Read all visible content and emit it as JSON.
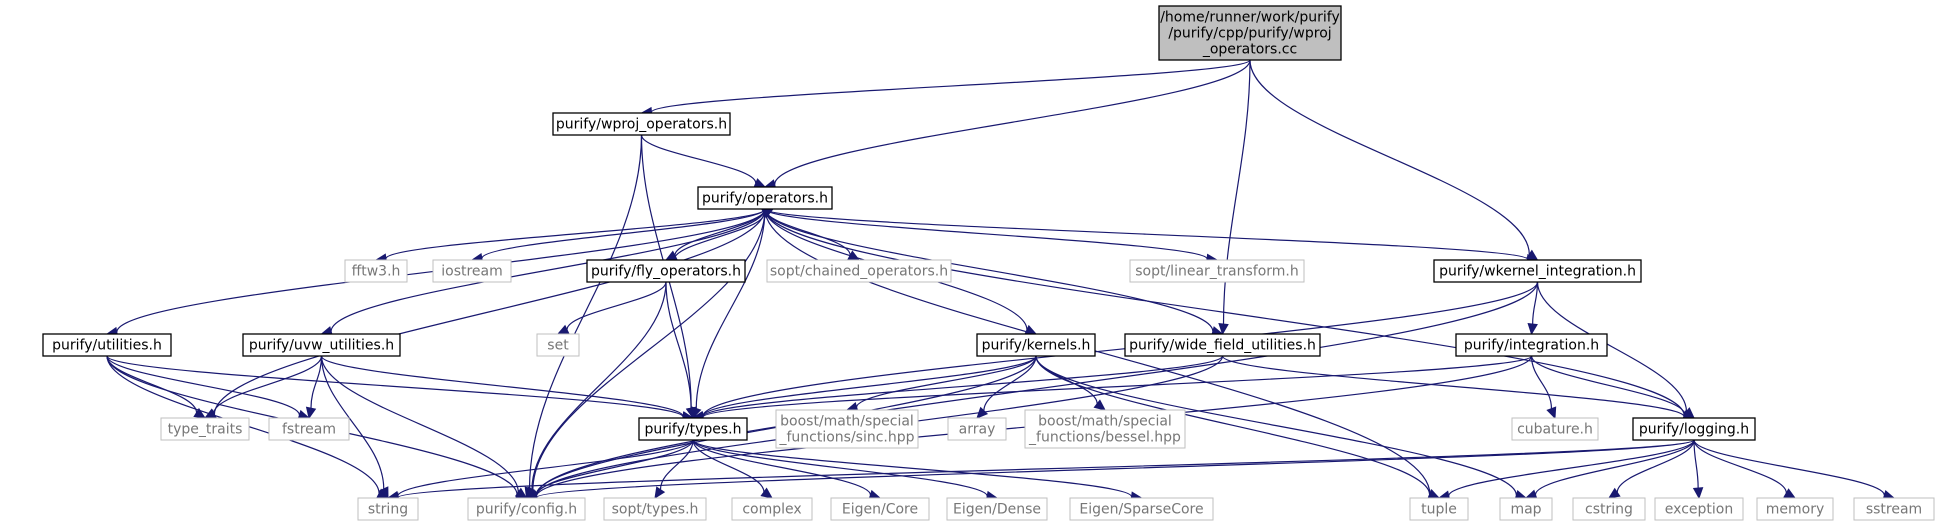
{
  "graph": {
    "root": "/home/runner/work/purify/purify/cpp/purify/wproj_operators.cc",
    "nodes": [
      {
        "id": "root",
        "lines": [
          "/home/runner/work/purify",
          "/purify/cpp/purify/wproj",
          "_operators.cc"
        ],
        "kind": "root"
      },
      {
        "id": "wproj_ops_h",
        "lines": [
          "purify/wproj_operators.h"
        ],
        "kind": "internal"
      },
      {
        "id": "operators_h",
        "lines": [
          "purify/operators.h"
        ],
        "kind": "internal"
      },
      {
        "id": "fftw3",
        "lines": [
          "fftw3.h"
        ],
        "kind": "external"
      },
      {
        "id": "iostream",
        "lines": [
          "iostream"
        ],
        "kind": "external"
      },
      {
        "id": "fly_ops",
        "lines": [
          "purify/fly_operators.h"
        ],
        "kind": "internal"
      },
      {
        "id": "sopt_chained",
        "lines": [
          "sopt/chained_operators.h"
        ],
        "kind": "external"
      },
      {
        "id": "sopt_linear",
        "lines": [
          "sopt/linear_transform.h"
        ],
        "kind": "external"
      },
      {
        "id": "wkernel",
        "lines": [
          "purify/wkernel_integration.h"
        ],
        "kind": "internal"
      },
      {
        "id": "set",
        "lines": [
          "set"
        ],
        "kind": "external"
      },
      {
        "id": "utilities",
        "lines": [
          "purify/utilities.h"
        ],
        "kind": "internal"
      },
      {
        "id": "uvw",
        "lines": [
          "purify/uvw_utilities.h"
        ],
        "kind": "internal"
      },
      {
        "id": "kernels",
        "lines": [
          "purify/kernels.h"
        ],
        "kind": "internal"
      },
      {
        "id": "widefield",
        "lines": [
          "purify/wide_field_utilities.h"
        ],
        "kind": "internal"
      },
      {
        "id": "integration",
        "lines": [
          "purify/integration.h"
        ],
        "kind": "internal"
      },
      {
        "id": "type_traits",
        "lines": [
          "type_traits"
        ],
        "kind": "external"
      },
      {
        "id": "fstream",
        "lines": [
          "fstream"
        ],
        "kind": "external"
      },
      {
        "id": "types_h",
        "lines": [
          "purify/types.h"
        ],
        "kind": "internal"
      },
      {
        "id": "sinc",
        "lines": [
          "boost/math/special",
          "_functions/sinc.hpp"
        ],
        "kind": "external"
      },
      {
        "id": "array",
        "lines": [
          "array"
        ],
        "kind": "external"
      },
      {
        "id": "bessel",
        "lines": [
          "boost/math/special",
          "_functions/bessel.hpp"
        ],
        "kind": "external"
      },
      {
        "id": "cubature",
        "lines": [
          "cubature.h"
        ],
        "kind": "external"
      },
      {
        "id": "logging",
        "lines": [
          "purify/logging.h"
        ],
        "kind": "internal"
      },
      {
        "id": "string",
        "lines": [
          "string"
        ],
        "kind": "external"
      },
      {
        "id": "config",
        "lines": [
          "purify/config.h"
        ],
        "kind": "external"
      },
      {
        "id": "sopt_types",
        "lines": [
          "sopt/types.h"
        ],
        "kind": "external"
      },
      {
        "id": "complex",
        "lines": [
          "complex"
        ],
        "kind": "external"
      },
      {
        "id": "eigen_core",
        "lines": [
          "Eigen/Core"
        ],
        "kind": "external"
      },
      {
        "id": "eigen_dense",
        "lines": [
          "Eigen/Dense"
        ],
        "kind": "external"
      },
      {
        "id": "eigen_sparse",
        "lines": [
          "Eigen/SparseCore"
        ],
        "kind": "external"
      },
      {
        "id": "tuple",
        "lines": [
          "tuple"
        ],
        "kind": "external"
      },
      {
        "id": "map",
        "lines": [
          "map"
        ],
        "kind": "external"
      },
      {
        "id": "cstring",
        "lines": [
          "cstring"
        ],
        "kind": "external"
      },
      {
        "id": "exception",
        "lines": [
          "exception"
        ],
        "kind": "external"
      },
      {
        "id": "memory",
        "lines": [
          "memory"
        ],
        "kind": "external"
      },
      {
        "id": "sstream",
        "lines": [
          "sstream"
        ],
        "kind": "external"
      }
    ],
    "edges": [
      [
        "root",
        "wproj_ops_h"
      ],
      [
        "root",
        "operators_h"
      ],
      [
        "root",
        "widefield"
      ],
      [
        "root",
        "wkernel"
      ],
      [
        "wproj_ops_h",
        "operators_h"
      ],
      [
        "wproj_ops_h",
        "types_h"
      ],
      [
        "wproj_ops_h",
        "config"
      ],
      [
        "operators_h",
        "utilities"
      ],
      [
        "operators_h",
        "type_traits"
      ],
      [
        "operators_h",
        "uvw"
      ],
      [
        "operators_h",
        "config"
      ],
      [
        "operators_h",
        "fftw3"
      ],
      [
        "operators_h",
        "iostream"
      ],
      [
        "operators_h",
        "fly_ops"
      ],
      [
        "operators_h",
        "sopt_chained"
      ],
      [
        "operators_h",
        "types_h"
      ],
      [
        "operators_h",
        "kernels"
      ],
      [
        "operators_h",
        "widefield"
      ],
      [
        "operators_h",
        "sopt_linear"
      ],
      [
        "operators_h",
        "wkernel"
      ],
      [
        "operators_h",
        "tuple"
      ],
      [
        "operators_h",
        "logging"
      ],
      [
        "fly_ops",
        "operators_h"
      ],
      [
        "fly_ops",
        "set"
      ],
      [
        "fly_ops",
        "types_h"
      ],
      [
        "fly_ops",
        "config"
      ],
      [
        "wkernel",
        "types_h"
      ],
      [
        "wkernel",
        "integration"
      ],
      [
        "wkernel",
        "logging"
      ],
      [
        "wkernel",
        "config"
      ],
      [
        "utilities",
        "type_traits"
      ],
      [
        "utilities",
        "fstream"
      ],
      [
        "utilities",
        "types_h"
      ],
      [
        "utilities",
        "string"
      ],
      [
        "utilities",
        "config"
      ],
      [
        "uvw",
        "type_traits"
      ],
      [
        "uvw",
        "fstream"
      ],
      [
        "uvw",
        "string"
      ],
      [
        "uvw",
        "types_h"
      ],
      [
        "uvw",
        "config"
      ],
      [
        "kernels",
        "types_h"
      ],
      [
        "kernels",
        "config"
      ],
      [
        "kernels",
        "sinc"
      ],
      [
        "kernels",
        "array"
      ],
      [
        "kernels",
        "bessel"
      ],
      [
        "kernels",
        "tuple"
      ],
      [
        "kernels",
        "map"
      ],
      [
        "widefield",
        "types_h"
      ],
      [
        "widefield",
        "logging"
      ],
      [
        "widefield",
        "config"
      ],
      [
        "integration",
        "types_h"
      ],
      [
        "integration",
        "cubature"
      ],
      [
        "integration",
        "logging"
      ],
      [
        "integration",
        "config"
      ],
      [
        "types_h",
        "config"
      ],
      [
        "types_h",
        "sopt_types"
      ],
      [
        "types_h",
        "complex"
      ],
      [
        "types_h",
        "eigen_core"
      ],
      [
        "types_h",
        "eigen_dense"
      ],
      [
        "types_h",
        "eigen_sparse"
      ],
      [
        "types_h",
        "string"
      ],
      [
        "logging",
        "config"
      ],
      [
        "logging",
        "string"
      ],
      [
        "logging",
        "tuple"
      ],
      [
        "logging",
        "map"
      ],
      [
        "logging",
        "cstring"
      ],
      [
        "logging",
        "exception"
      ],
      [
        "logging",
        "memory"
      ],
      [
        "logging",
        "sstream"
      ]
    ]
  }
}
